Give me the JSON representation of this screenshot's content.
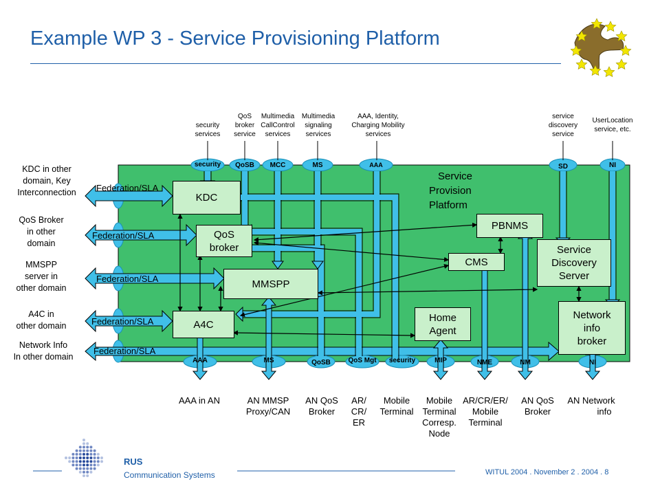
{
  "title": "Example WP 3 - Service Provisioning Platform",
  "platform_label": [
    "Service",
    "Provision",
    "Platform"
  ],
  "top_services": [
    [
      "security",
      "services"
    ],
    [
      "QoS",
      "broker",
      "service"
    ],
    [
      "Multimedia",
      "CallControl",
      "services"
    ],
    [
      "Multimedia",
      "signaling",
      "services"
    ],
    [
      "AAA, Identity,",
      "Charging Mobility",
      "services"
    ],
    [
      "service",
      "discovery",
      "service"
    ],
    [
      "UserLocation",
      "service, etc."
    ]
  ],
  "top_ports": [
    "security",
    "QoSB",
    "MCC",
    "MS",
    "AAA",
    "SD",
    "NI"
  ],
  "left_domains": [
    [
      "KDC in other",
      "domain, Key",
      "Interconnection"
    ],
    [
      "QoS Broker",
      "in other",
      "domain"
    ],
    [
      "MMSPP",
      "server in",
      "other domain"
    ],
    [
      "A4C in",
      "other domain"
    ],
    [
      "Network Info",
      "In other domain"
    ]
  ],
  "federation_label": "Federation/SLA",
  "boxes": {
    "kdc": "KDC",
    "qos": [
      "QoS",
      "broker"
    ],
    "mmspp": "MMSPP",
    "a4c": "A4C",
    "pbnms": "PBNMS",
    "cms": "CMS",
    "home_agent": [
      "Home",
      "Agent"
    ],
    "sds": [
      "Service",
      "Discovery",
      "Server"
    ],
    "nib": [
      "Network",
      "info",
      "broker"
    ]
  },
  "bottom_ports": [
    "AAA",
    "MS",
    "QoSB",
    "QoS Mgt",
    "security",
    "MIP",
    "NME",
    "NM",
    "NI"
  ],
  "bottom_labels": [
    [
      "AAA in AN"
    ],
    [
      "AN MMSP",
      "Proxy/CAN"
    ],
    [
      "AN QoS",
      "Broker"
    ],
    [
      "AR/",
      "CR/",
      "ER"
    ],
    [
      "Mobile",
      "Terminal"
    ],
    [
      "Mobile",
      "Terminal",
      "Corresp.",
      "Node"
    ],
    [
      "AR/CR/ER/",
      "Mobile",
      "Terminal"
    ],
    [
      "AN QoS",
      "Broker"
    ],
    [
      "AN",
      "Network",
      "info"
    ]
  ],
  "footer": {
    "org": "RUS",
    "dept": "Communication Systems",
    "slide_info": "WITUL  2004 .  November 2 .  2004 .  8"
  },
  "colors": {
    "title": "#1f5fa8",
    "platform": "#40bf6d",
    "box": "#c9f0cb",
    "port": "#40bfe8",
    "arrow": "#40bfe8",
    "star": "#f2e600"
  }
}
